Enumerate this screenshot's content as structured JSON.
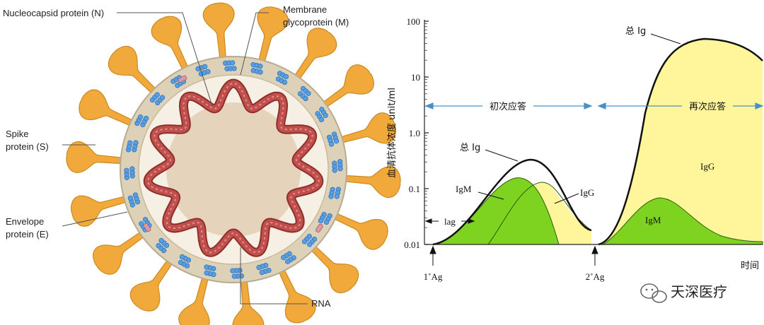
{
  "virus": {
    "labels": {
      "nucleocapsid": "Nucleocapsid protein (N)",
      "membrane_line1": "Membrane",
      "membrane_line2": "glycoprotein (M)",
      "spike_line1": "Spike",
      "spike_line2": "protein (S)",
      "envelope_line1": "Envelope",
      "envelope_line2": "protein (E)",
      "rna": "RNA"
    },
    "colors": {
      "spike": "#f2a93b",
      "envelope": "#ddd2b8",
      "interior": "#e8d8c2",
      "rna": "#c0504d",
      "membrane_protein": "#3a7cc4"
    }
  },
  "antibody_chart": {
    "y_axis_label": "血清抗体浓度 unit/ml",
    "y_ticks": [
      "100",
      "10",
      "1.0",
      "0.1",
      "0.01"
    ],
    "x_axis_label": "时间",
    "primary_response": "初次应答",
    "secondary_response": "再次应答",
    "lag": "lag",
    "total_ig_primary": "总 Ig",
    "total_ig_secondary": "总 Ig",
    "igm_primary": "IgM",
    "igg_primary": "IgG",
    "igm_secondary": "IgM",
    "igg_secondary": "IgG",
    "first_ag": "1˚Ag",
    "second_ag": "2˚Ag",
    "colors": {
      "igm_fill": "#7ed321",
      "igg_fill": "#fff59a",
      "curve": "#111111",
      "arrow": "#4a90c8"
    }
  },
  "watermark": {
    "text": "天深医疗"
  }
}
